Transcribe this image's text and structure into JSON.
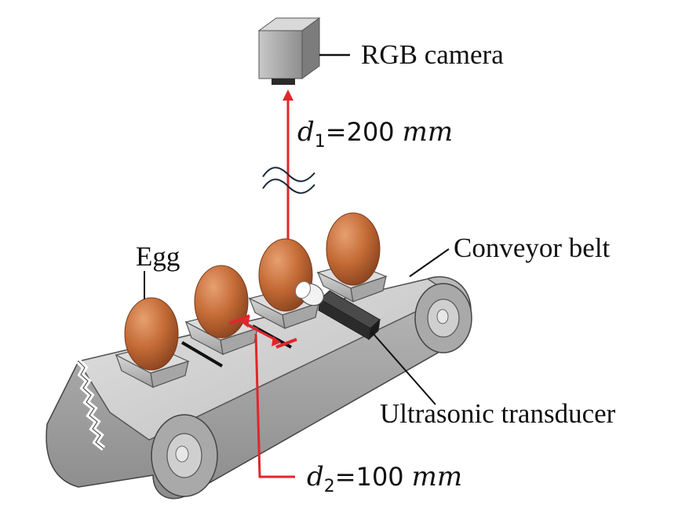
{
  "labels": {
    "camera": "RGB camera",
    "egg": "Egg",
    "conveyor": "Conveyor belt",
    "transducer": "Ultrasonic transducer"
  },
  "d1": {
    "var": "d",
    "sub": "1",
    "eq": "=200",
    "unit": "mm"
  },
  "d2": {
    "var": "d",
    "sub": "2",
    "eq": "=100",
    "unit": "mm"
  },
  "colors": {
    "dimension": "#e0262b",
    "egg": "#c7703c",
    "belt": "#c9c9c9",
    "camera": "#9a9a9a"
  }
}
